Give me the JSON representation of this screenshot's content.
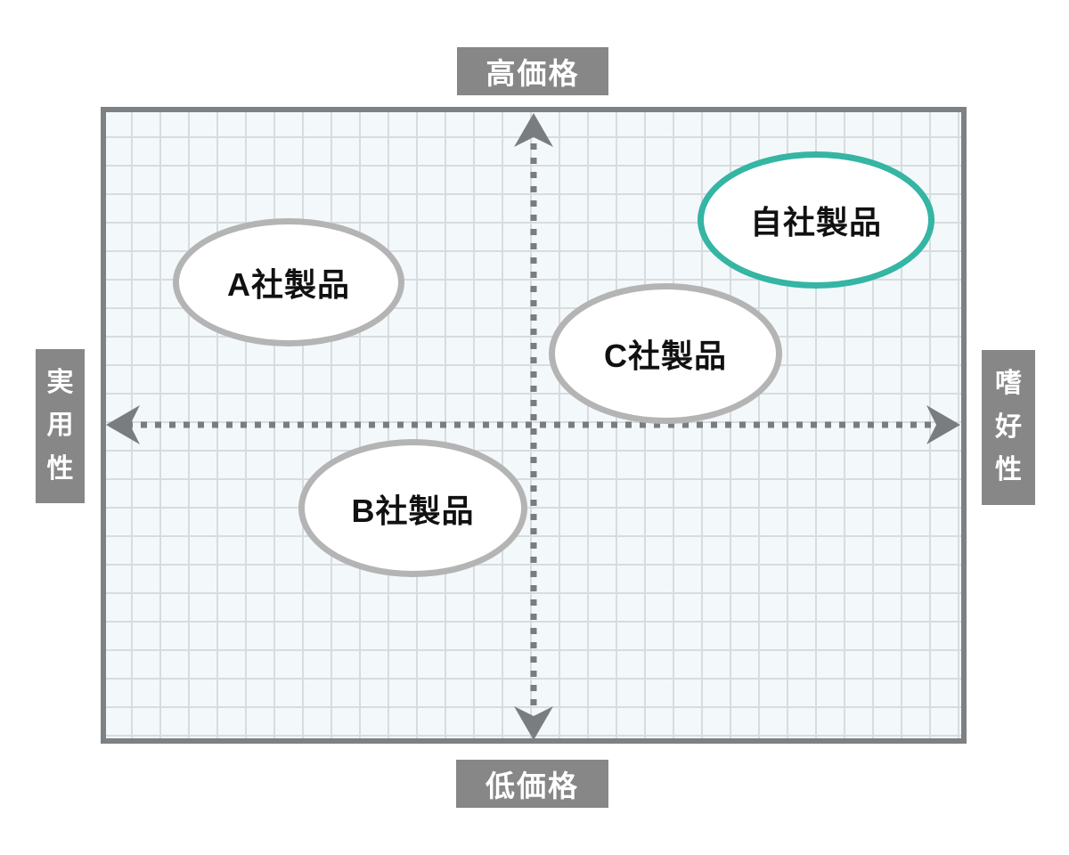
{
  "diagram": {
    "type": "positioning-map",
    "axis_labels": {
      "top": "高価格",
      "bottom": "低価格",
      "left": "実用性",
      "right": "嗜好性"
    },
    "products": [
      {
        "label": "A社製品",
        "quadrant": "upper-left",
        "highlight": false,
        "border_color": "#b4b4b4"
      },
      {
        "label": "B社製品",
        "quadrant": "lower-left",
        "highlight": false,
        "border_color": "#b4b4b4"
      },
      {
        "label": "C社製品",
        "quadrant": "upper-right-near-center",
        "highlight": false,
        "border_color": "#b4b4b4"
      },
      {
        "label": "自社製品",
        "quadrant": "upper-right",
        "highlight": true,
        "border_color": "#35b5a4"
      }
    ],
    "colors": {
      "axis_label_box": "#878787",
      "axis_label_text": "#ffffff",
      "chart_border": "#7e8184",
      "grid_background": "#f3f8fb",
      "grid_line": "#d9dcdf",
      "axis_line": "#7a7d80",
      "ellipse_border_default": "#b4b4b4",
      "ellipse_border_highlight": "#35b5a4",
      "ellipse_fill": "#ffffff",
      "ellipse_text": "#111111"
    }
  }
}
